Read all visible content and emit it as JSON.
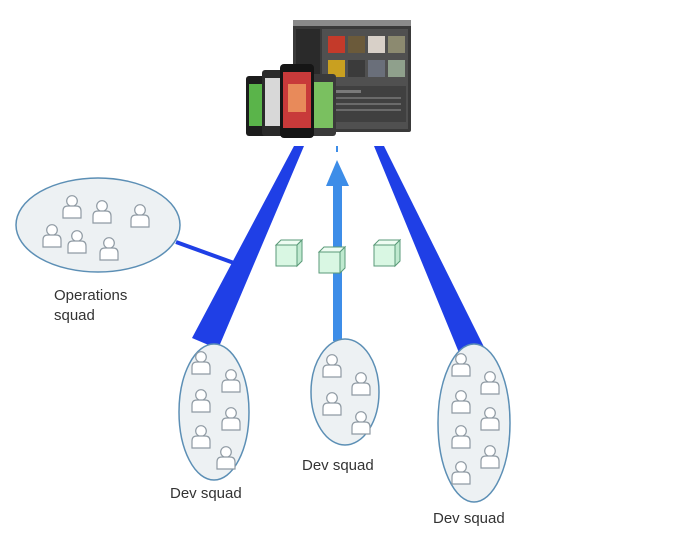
{
  "squads": {
    "operations_line1": "Operations",
    "operations_line2": "squad",
    "dev_left": "Dev squad",
    "dev_center": "Dev squad",
    "dev_right": "Dev squad"
  },
  "colors": {
    "pipe_blue": "#1f3fe6",
    "arrow_blue": "#3d8de8",
    "squad_fill": "#edf1f3",
    "squad_stroke": "#5c8fb5",
    "package_fill": "#d9f7e3",
    "package_stroke": "#5a9a78"
  },
  "icons": {
    "devices": "devices-icon",
    "person": "person-icon",
    "package": "package-cube-icon"
  }
}
